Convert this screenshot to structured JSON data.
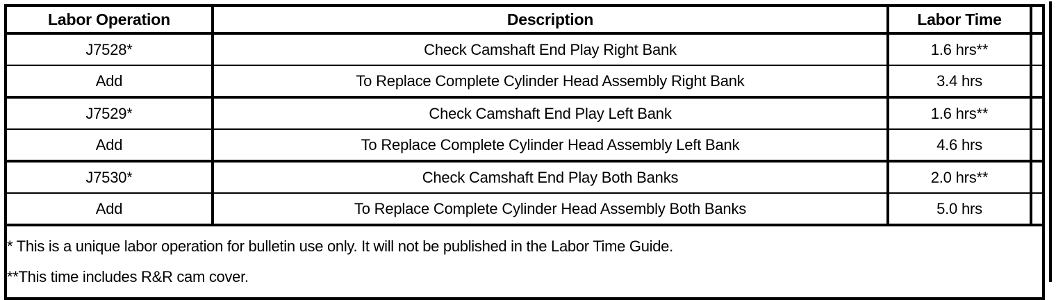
{
  "table": {
    "columns": [
      {
        "key": "labor_operation",
        "label": "Labor Operation"
      },
      {
        "key": "description",
        "label": "Description"
      },
      {
        "key": "labor_time",
        "label": "Labor Time"
      },
      {
        "key": "spacer",
        "label": ""
      }
    ],
    "rows": [
      {
        "labor_operation": "J7528*",
        "description": "Check Camshaft End Play Right Bank",
        "labor_time": "1.6 hrs**"
      },
      {
        "labor_operation": "Add",
        "description": "To Replace Complete Cylinder Head Assembly Right Bank",
        "labor_time": "3.4 hrs"
      },
      {
        "labor_operation": "J7529*",
        "description": "Check Camshaft End Play Left Bank",
        "labor_time": "1.6 hrs**"
      },
      {
        "labor_operation": "Add",
        "description": "To Replace Complete Cylinder Head Assembly Left Bank",
        "labor_time": "4.6 hrs"
      },
      {
        "labor_operation": "J7530*",
        "description": "Check Camshaft End Play Both Banks",
        "labor_time": "2.0 hrs**"
      },
      {
        "labor_operation": "Add",
        "description": "To Replace Complete Cylinder Head Assembly Both Banks",
        "labor_time": "5.0 hrs"
      }
    ],
    "footnotes": [
      "* This is a unique labor operation for bulletin use only. It will not be published in the Labor Time Guide.",
      "**This time includes R&R cam cover."
    ]
  },
  "colors": {
    "rule": "#000000",
    "text": "#000000",
    "background": "#ffffff"
  }
}
